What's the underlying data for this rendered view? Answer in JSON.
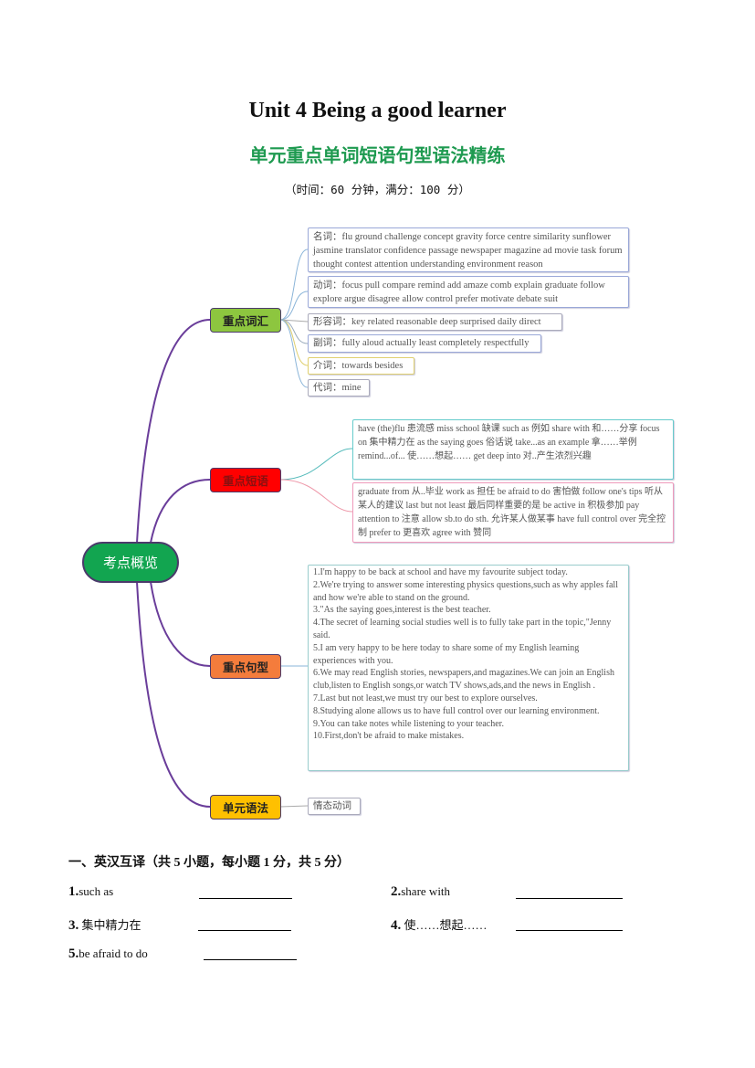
{
  "header": {
    "title": "Unit 4 Being a good learner",
    "subtitle": "单元重点单词短语句型语法精练",
    "time_info": "（时间：60 分钟，满分：100 分）"
  },
  "mindmap": {
    "central": "考点概览",
    "colors": {
      "central": "#12a550",
      "vocab": "#8dc63f",
      "phrases": "#ff0000",
      "sentences": "#f47c3c",
      "grammar": "#ffc000",
      "line": "#6a3d9a"
    },
    "vocab": {
      "label": "重点词汇",
      "items": [
        "名词：flu ground challenge concept gravity force centre similarity sunflower jasmine translator confidence passage newspaper magazine ad movie task forum thought contest attention understanding environment reason",
        "动词：focus pull compare remind add amaze comb explain graduate follow explore argue disagree allow control prefer motivate debate suit",
        "形容词：key related reasonable deep surprised daily direct",
        "副词：fully aloud actually least completely respectfully",
        "介词：towards besides",
        "代词：mine"
      ]
    },
    "phrases": {
      "label": "重点短语",
      "items": [
        "have (the)flu 患流感 miss school 缺课 such as 例如 share with 和……分享 focus on 集中精力在 as the saying goes 俗话说 take...as an example 拿……举例 remind...of... 使……想起…… get deep into 对..产生浓烈兴趣",
        "graduate from 从..毕业 work as 担任 be afraid to do 害怕做 follow one's tips 听从某人的建议 last but not least 最后同样重要的是 be active in 积极参加 pay attention to 注意 allow sb.to do sth. 允许某人做某事 have full control over 完全控制 prefer to 更喜欢 agree with 赞同"
      ]
    },
    "sentences": {
      "label": "重点句型",
      "items": [
        "1.I'm happy to be back at school and have my favourite subject today.",
        "2.We're trying to answer some interesting physics questions,such as why apples fall and how we're able to stand on the ground.",
        "3.\"As the saying goes,interest is the best teacher.",
        "4.The secret of learning social studies well is to fully take part in the topic,\"Jenny said.",
        "5.I am very happy to be here today to share some of my English learning experiences with you.",
        "6.We may read English stories, newspapers,and magazines.We can join an English club,listen to English songs,or watch TV shows,ads,and the news in English .",
        "7.Last but not least,we must try our best to explore ourselves.",
        "8.Studying alone allows us to have full control over our learning environment.",
        "9.You can take notes while listening to your teacher.",
        "10.First,don't be afraid to make mistakes."
      ]
    },
    "grammar": {
      "label": "单元语法",
      "items": [
        "情态动词"
      ]
    }
  },
  "exercise": {
    "heading": "一、英汉互译（共 5 小题，每小题 1 分，共 5 分）",
    "questions": [
      {
        "num": "1.",
        "text": "such as"
      },
      {
        "num": "2.",
        "text": "share with"
      },
      {
        "num": "3.",
        "text": "集中精力在"
      },
      {
        "num": "4.",
        "text": "使……想起……"
      },
      {
        "num": "5.",
        "text": "be afraid to do"
      }
    ]
  }
}
